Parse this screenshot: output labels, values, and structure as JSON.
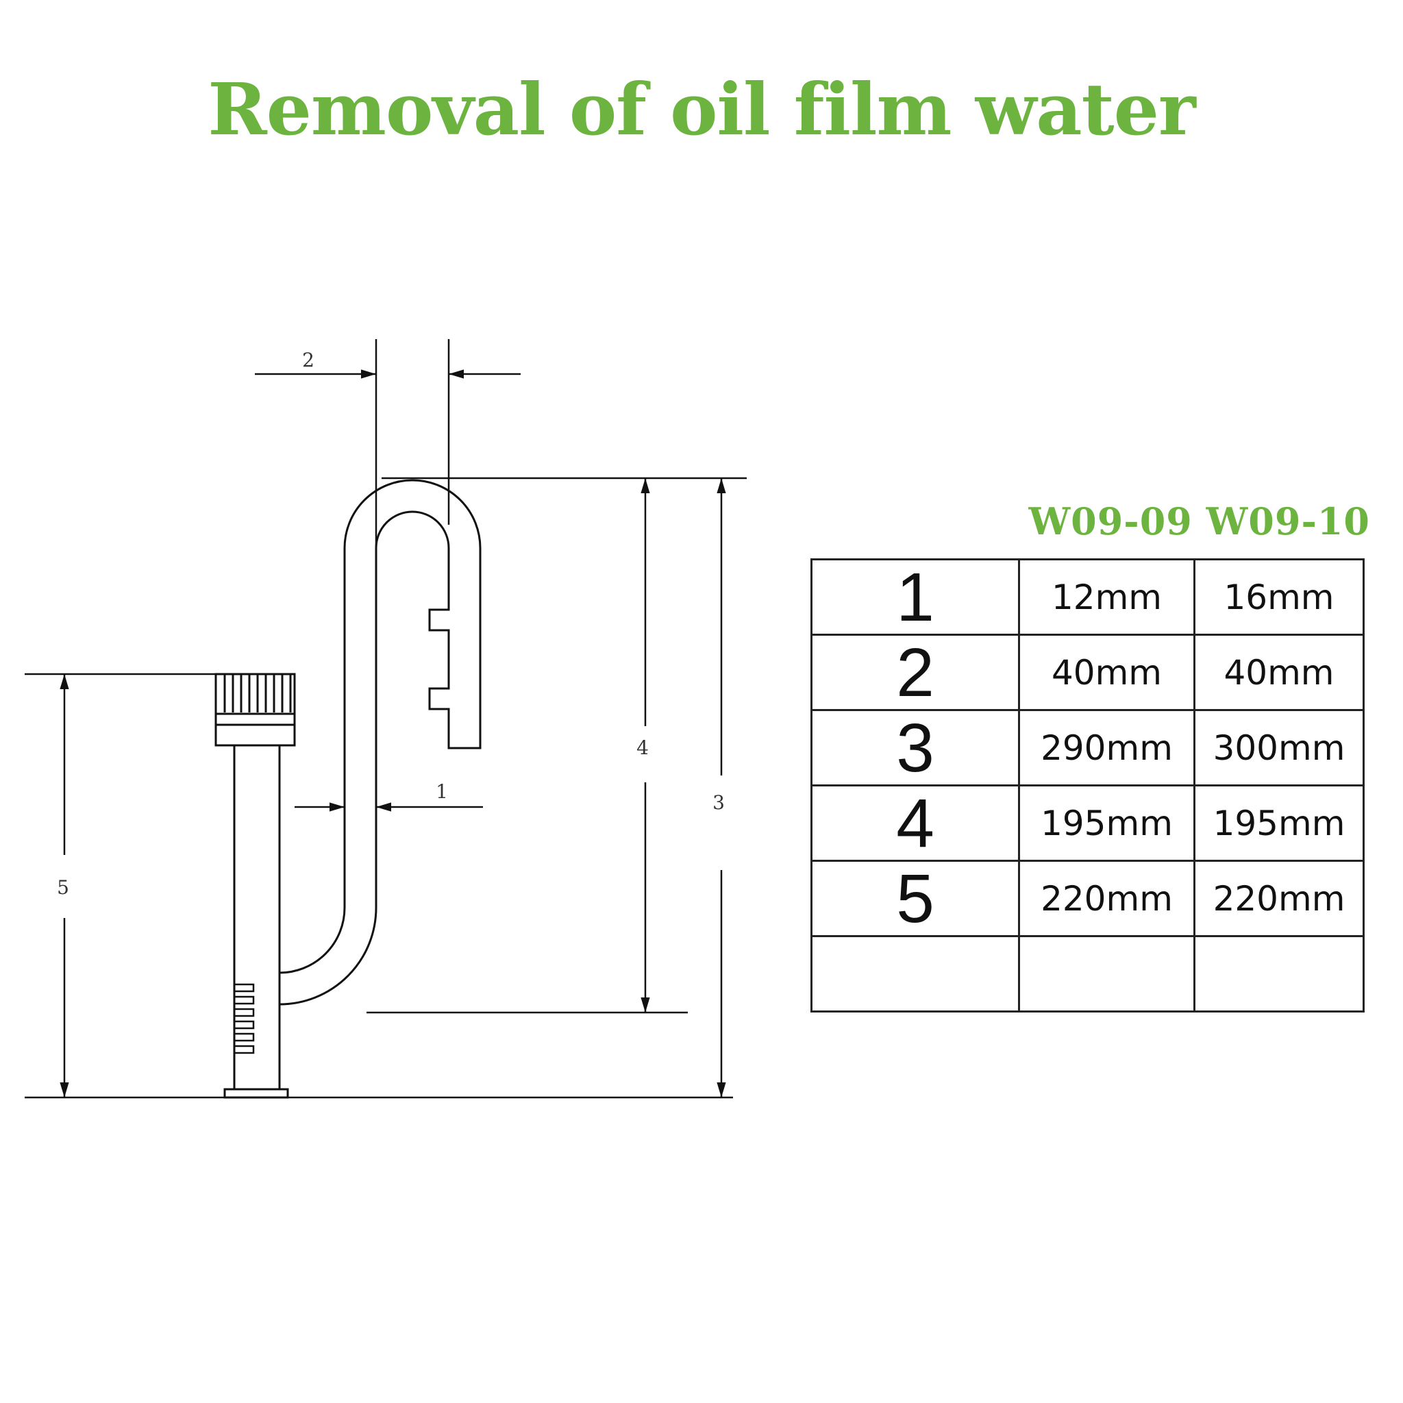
{
  "title": "Removal of oil film water",
  "title_color": "#6db33f",
  "dimension_labels": {
    "d1": "1",
    "d2": "2",
    "d3": "3",
    "d4": "4",
    "d5": "5"
  },
  "models": "W09-09 W09-10",
  "table": {
    "rows": [
      {
        "dim": "1",
        "w0909": "12mm",
        "w0910": "16mm"
      },
      {
        "dim": "2",
        "w0909": "40mm",
        "w0910": "40mm"
      },
      {
        "dim": "3",
        "w0909": "290mm",
        "w0910": "300mm"
      },
      {
        "dim": "4",
        "w0909": "195mm",
        "w0910": "195mm"
      },
      {
        "dim": "5",
        "w0909": "220mm",
        "w0910": "220mm"
      },
      {
        "dim": "",
        "w0909": "",
        "w0910": ""
      }
    ]
  }
}
